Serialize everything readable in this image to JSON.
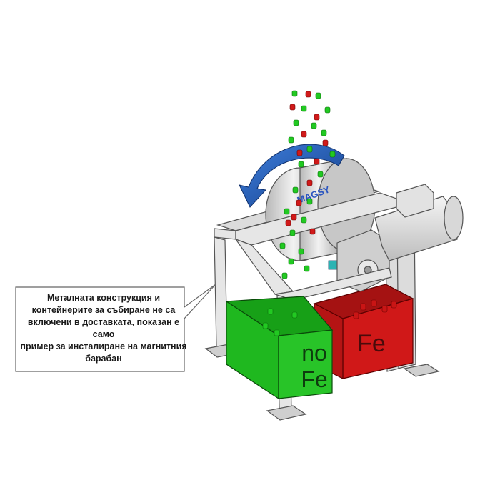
{
  "callout": {
    "lines": [
      "Металната конструкция и",
      "контейнерите за събиране не са",
      "включени в доставката, показан е само",
      "пример за инсталиране на магнитния",
      "барабан"
    ]
  },
  "bins": {
    "nonferrous": {
      "label_line1": "no",
      "label_line2": "Fe",
      "color": "#1fb81f"
    },
    "ferrous": {
      "label": "Fe",
      "color": "#d01818"
    }
  },
  "drum": {
    "logo": "MAGSY"
  },
  "colors": {
    "arrow": "#1f5bb5",
    "particle_green": "#22c922",
    "particle_red": "#d11a1a",
    "frame": "#d9d9d9"
  }
}
